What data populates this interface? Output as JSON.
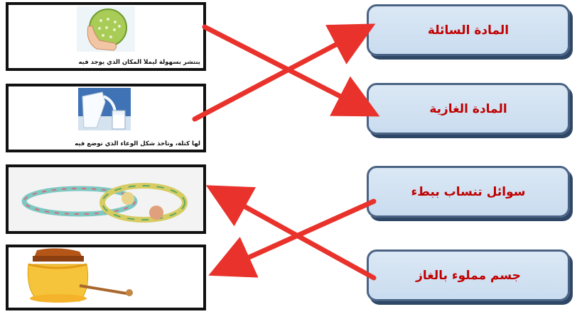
{
  "left_cards": [
    {
      "id": "ball",
      "caption": "ينتشر بسهولة ليملأ المكان الذي يوجد فيه",
      "image": "hand-holding-ball-image"
    },
    {
      "id": "milk",
      "caption": "لها كتلة، وتأخذ شكل الوعاء الذي توضع فيه",
      "image": "milk-jug-glass-image"
    },
    {
      "id": "rings",
      "caption": "",
      "image": "rings-image"
    },
    {
      "id": "honey",
      "caption": "",
      "image": "honey-jar-image"
    }
  ],
  "right_labels": [
    {
      "id": "liquid",
      "text": "المادة السائلة"
    },
    {
      "id": "gas",
      "text": "المادة الغازية"
    },
    {
      "id": "slow",
      "text": "سوائل تنساب ببطء"
    },
    {
      "id": "gasfilled",
      "text": "جسم مملوء بالغاز"
    }
  ],
  "colors": {
    "arrow": "#e8322b",
    "label_text": "#c00000",
    "label_fill": "#d5e4f2",
    "label_border": "#4a6384",
    "card_border": "#111111"
  },
  "matches": [
    {
      "from": "ball",
      "to": "gas"
    },
    {
      "from": "milk",
      "to": "liquid"
    },
    {
      "from": "slow",
      "to": "honey"
    },
    {
      "from": "gasfilled",
      "to": "rings"
    }
  ]
}
